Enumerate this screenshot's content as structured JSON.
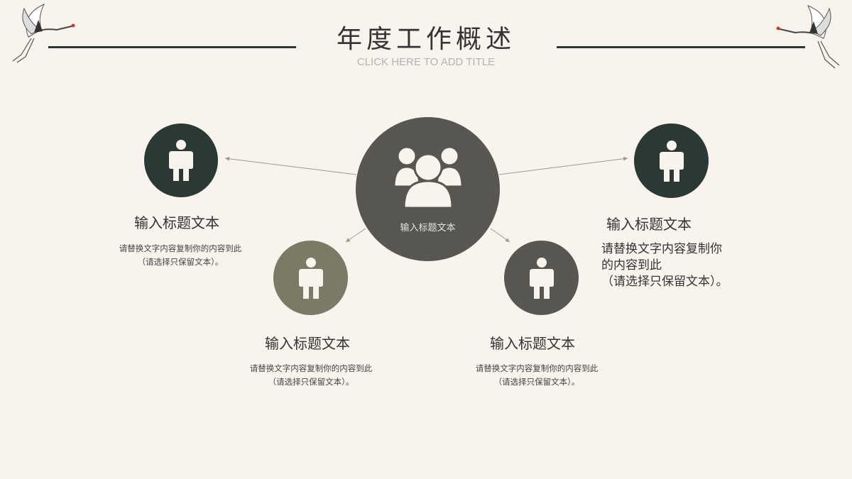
{
  "header": {
    "title": "年度工作概述",
    "subtitle": "CLICK HERE TO ADD TITLE"
  },
  "center": {
    "label": "输入标题文本",
    "icon": "group-icon"
  },
  "nodes": [
    {
      "heading": "输入标题文本",
      "desc_line1": "请替换文字内容复制你的内容到此",
      "desc_line2": "（请选择只保留文本）。",
      "color": "#2b3934",
      "icon": "person-icon"
    },
    {
      "heading": "输入标题文本",
      "desc_line1": "请替换文字内容复制你的内容到此",
      "desc_line2": "（请选择只保留文本）。",
      "color": "#7a7a66",
      "icon": "person-icon"
    },
    {
      "heading": "输入标题文本",
      "desc_line1": "请替换文字内容复制你的内容到此",
      "desc_line2": "（请选择只保留文本）。",
      "color": "#575651",
      "icon": "person-icon"
    },
    {
      "heading": "输入标题文本",
      "desc_line1": "请替换文字内容复制你",
      "desc_line2": "的内容到此",
      "desc_line3": "（请选择只保留文本）。",
      "color": "#2b3934",
      "icon": "person-icon"
    }
  ],
  "colors": {
    "background": "#f8f3ec",
    "rule": "#2b3731",
    "connector": "#9a9a9a"
  }
}
